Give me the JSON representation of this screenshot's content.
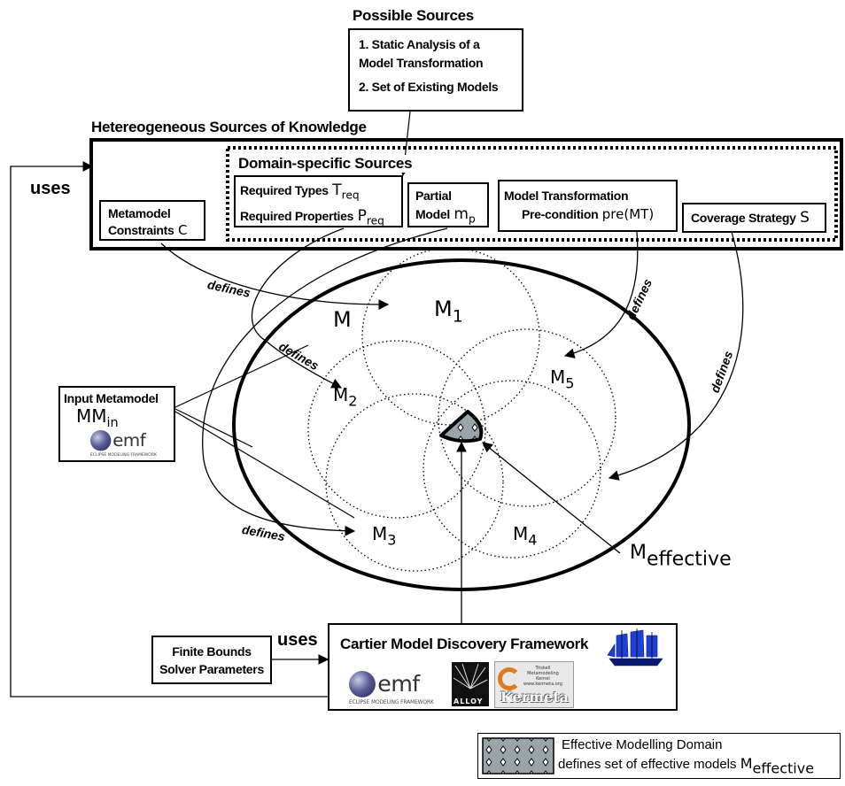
{
  "possible_sources": {
    "title": "Possible Sources",
    "item1_line1": "1. Static Analysis of a",
    "item1_line2": "Model Transformation",
    "item2": "2. Set of Existing Models"
  },
  "heterogeneous": {
    "title": "Hetereogeneous Sources of Knowledge"
  },
  "domain_specific": {
    "title": "Domain-specific Sources"
  },
  "boxes": {
    "metamodel_line1": "Metamodel",
    "metamodel_line2": "Constraints",
    "metamodel_symbol": "C",
    "required_types": "Required Types",
    "required_types_symbol": "T",
    "required_types_sub": "req",
    "required_props": "Required Properties",
    "required_props_symbol": "P",
    "required_props_sub": "req",
    "partial_line1": "Partial",
    "partial_line2": "Model",
    "partial_symbol": "m",
    "partial_sub": "p",
    "mt_line1": "Model Transformation",
    "mt_line2": "Pre-condition",
    "mt_symbol": "pre(MT)",
    "coverage": "Coverage Strategy",
    "coverage_symbol": "S",
    "input_mm": "Input Metamodel",
    "input_mm_symbol": "MM",
    "input_mm_sub": "in",
    "finite_line1": "Finite Bounds",
    "finite_line2": "Solver Parameters",
    "cartier": "Cartier Model Discovery Framework"
  },
  "labels": {
    "uses_top": "uses",
    "uses_bottom": "uses",
    "defines": "defines",
    "M": "M",
    "m_letter": "M",
    "m1_sub": "1",
    "m2_sub": "2",
    "m3_sub": "3",
    "m4_sub": "4",
    "m5_sub": "5",
    "meff_sub": "effective"
  },
  "logos": {
    "emf": "emf",
    "emf_tag": "ECLIPSE MODELING FRAMEWORK",
    "alloy": "ALLOY",
    "kermeta": "Kermeta",
    "kermeta_line1": "Triskell",
    "kermeta_line2": "Metamodeling",
    "kermeta_line3": "Kernel",
    "kermeta_line4": "www.kermeta.org"
  },
  "legend": {
    "line1": "Effective Modelling Domain",
    "line2": "defines set of effective models",
    "symbol": "M",
    "symbol_sub": "effective"
  },
  "colors": {
    "domain_fill": "#9aa5ab",
    "ship": "#1f3fd6",
    "emf_ball": "#3d4282",
    "kermeta_orange": "#e07a1f"
  }
}
